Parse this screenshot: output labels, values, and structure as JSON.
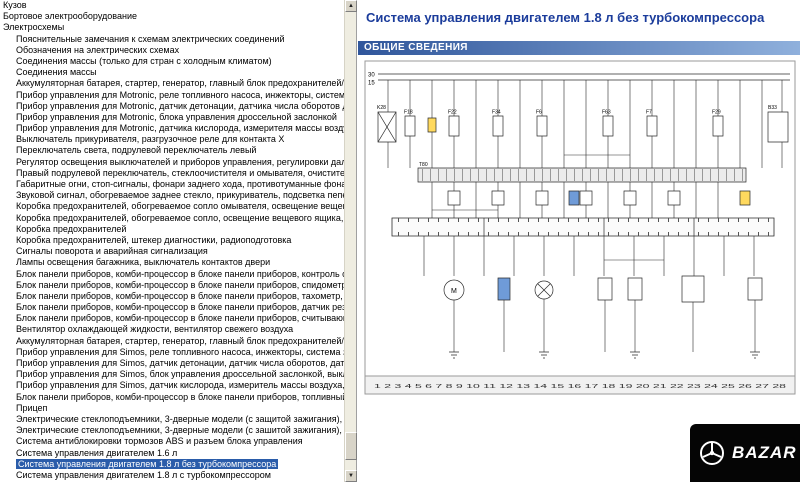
{
  "left_panel": {
    "selected_index": 41,
    "scrollbar": {
      "up_glyph": "▲",
      "down_glyph": "▼"
    },
    "items": [
      "Кузов",
      "Бортовое электрооборудование",
      "Электросхемы",
      "Пояснительные замечания к схемам электрических соединений",
      "Обозначения на электрических схемах",
      "Соединения массы (только для стран с холодным климатом)",
      "Соединения массы",
      "Аккумуляторная батарея, стартер, генератор, главный блок предохранителей/аккуму",
      "Прибор управления для Motronic, реле топливного насоса, инжекторы, системы зажи",
      "Прибор управления для Motronic, датчик детонации, датчика числа оборотов двигат",
      "Прибор управления для Motronic, блока управления дроссельной заслонкой",
      "Прибор управления для Motronic, датчика кислорода, измерителя массы воздуха, рег",
      "Выключатель прикуривателя, разгрузочное реле для контакта X",
      "Переключатель света, подрулевой переключатель левый",
      "Регулятор освещения выключателей и приборов управления, регулировки дальности",
      "Правый подрулевой переключатель, стеклоочистителя и омывателя, очиститель задн",
      "Габаритные огни, стоп-сигналы, фонари заднего хода, противотуманные фонари",
      "Звуковой сигнал, обогреваемое заднее стекло, прикуриватель, подсветка пепельницы",
      "Коробка предохранителей, обогреваемое сопло омывателя, освещение вещевого ящ",
      "Коробка предохранителей, обогреваемое сопло, освещение вещевого ящика, фонарь",
      "Коробка предохранителей",
      "Коробка предохранителей, штекер диагностики, радиоподготовка",
      "Сигналы поворота и аварийная сигнализация",
      "Лампы освещения багажника, выключатель контактов двери",
      "Блок панели приборов, комби-процессор в блоке панели приборов, контроль стояноч",
      "Блок панели приборов, комби-процессор в блоке панели приборов, спидометр, счетч",
      "Блок панели приборов, комби-процессор в блоке панели приборов, тахометр, указат",
      "Блок панели приборов, комби-процессор в блоке панели приборов, датчик резерва/у",
      "Блок панели приборов, комби-процессор в блоке панели приборов, считывающая кат",
      "Вентилятор охлаждающей жидкости, вентилятор свежего воздуха",
      "Аккумуляторная батарея, стартер, генератор, главный блок предохранителей/аккуму",
      "Прибор управления для Simos, реле топливного насоса, инжекторы, система зажиган",
      "Прибор управления для Simos, датчик детонации, датчик числа оборотов, датчик Холла",
      "Прибор управления для Simos, блок управления дроссельной заслонкой, выключател",
      "Прибор управления для Simos, датчик кислорода, измеритель массы воздуха, электр",
      "Блок панели приборов, комби-процессор в блоке панели приборов, топливный насос",
      "Прицеп",
      "Электрические стеклоподъемники, 3-дверные модели (с защитой зажигания), строна",
      "Электрические стеклоподъемники, 3-дверные модели (с зашитой зажигания), строна",
      "Система антиблокировки тормозов ABS и разъем блока управления",
      "Система управления двигателем 1.6 л",
      "Система управления двигателем 1.8 л без турбокомпрессора",
      "Система управления двигателем 1.8 л с турбокомпрессором"
    ]
  },
  "right_panel": {
    "title": "Система управления двигателем 1.8 л без турбокомпрессора",
    "section_header": "ОБЩИЕ СВЕДЕНИЯ",
    "diagram": {
      "labels": [
        "30",
        "15",
        "F18",
        "F22",
        "F34",
        "F6",
        "F63",
        "F7",
        "F29",
        "K28",
        "B33",
        "M",
        "T80"
      ],
      "track_numbers": "1 2 3 4 5 6 7 8 9 10 11 12 13 14 15 16 17 18 19 20 21 22 23 24 25 26 27 28"
    }
  },
  "watermark": {
    "text": "BAZAR"
  },
  "colors": {
    "selection": "#2a5caa",
    "title": "#1b3c9b",
    "header_bar_start": "#30569b",
    "header_bar_end": "#8fb0dc",
    "diagram_yellow": "#ffd95e",
    "diagram_blue": "#6f9bd8",
    "watermark_bg": "#050505"
  }
}
